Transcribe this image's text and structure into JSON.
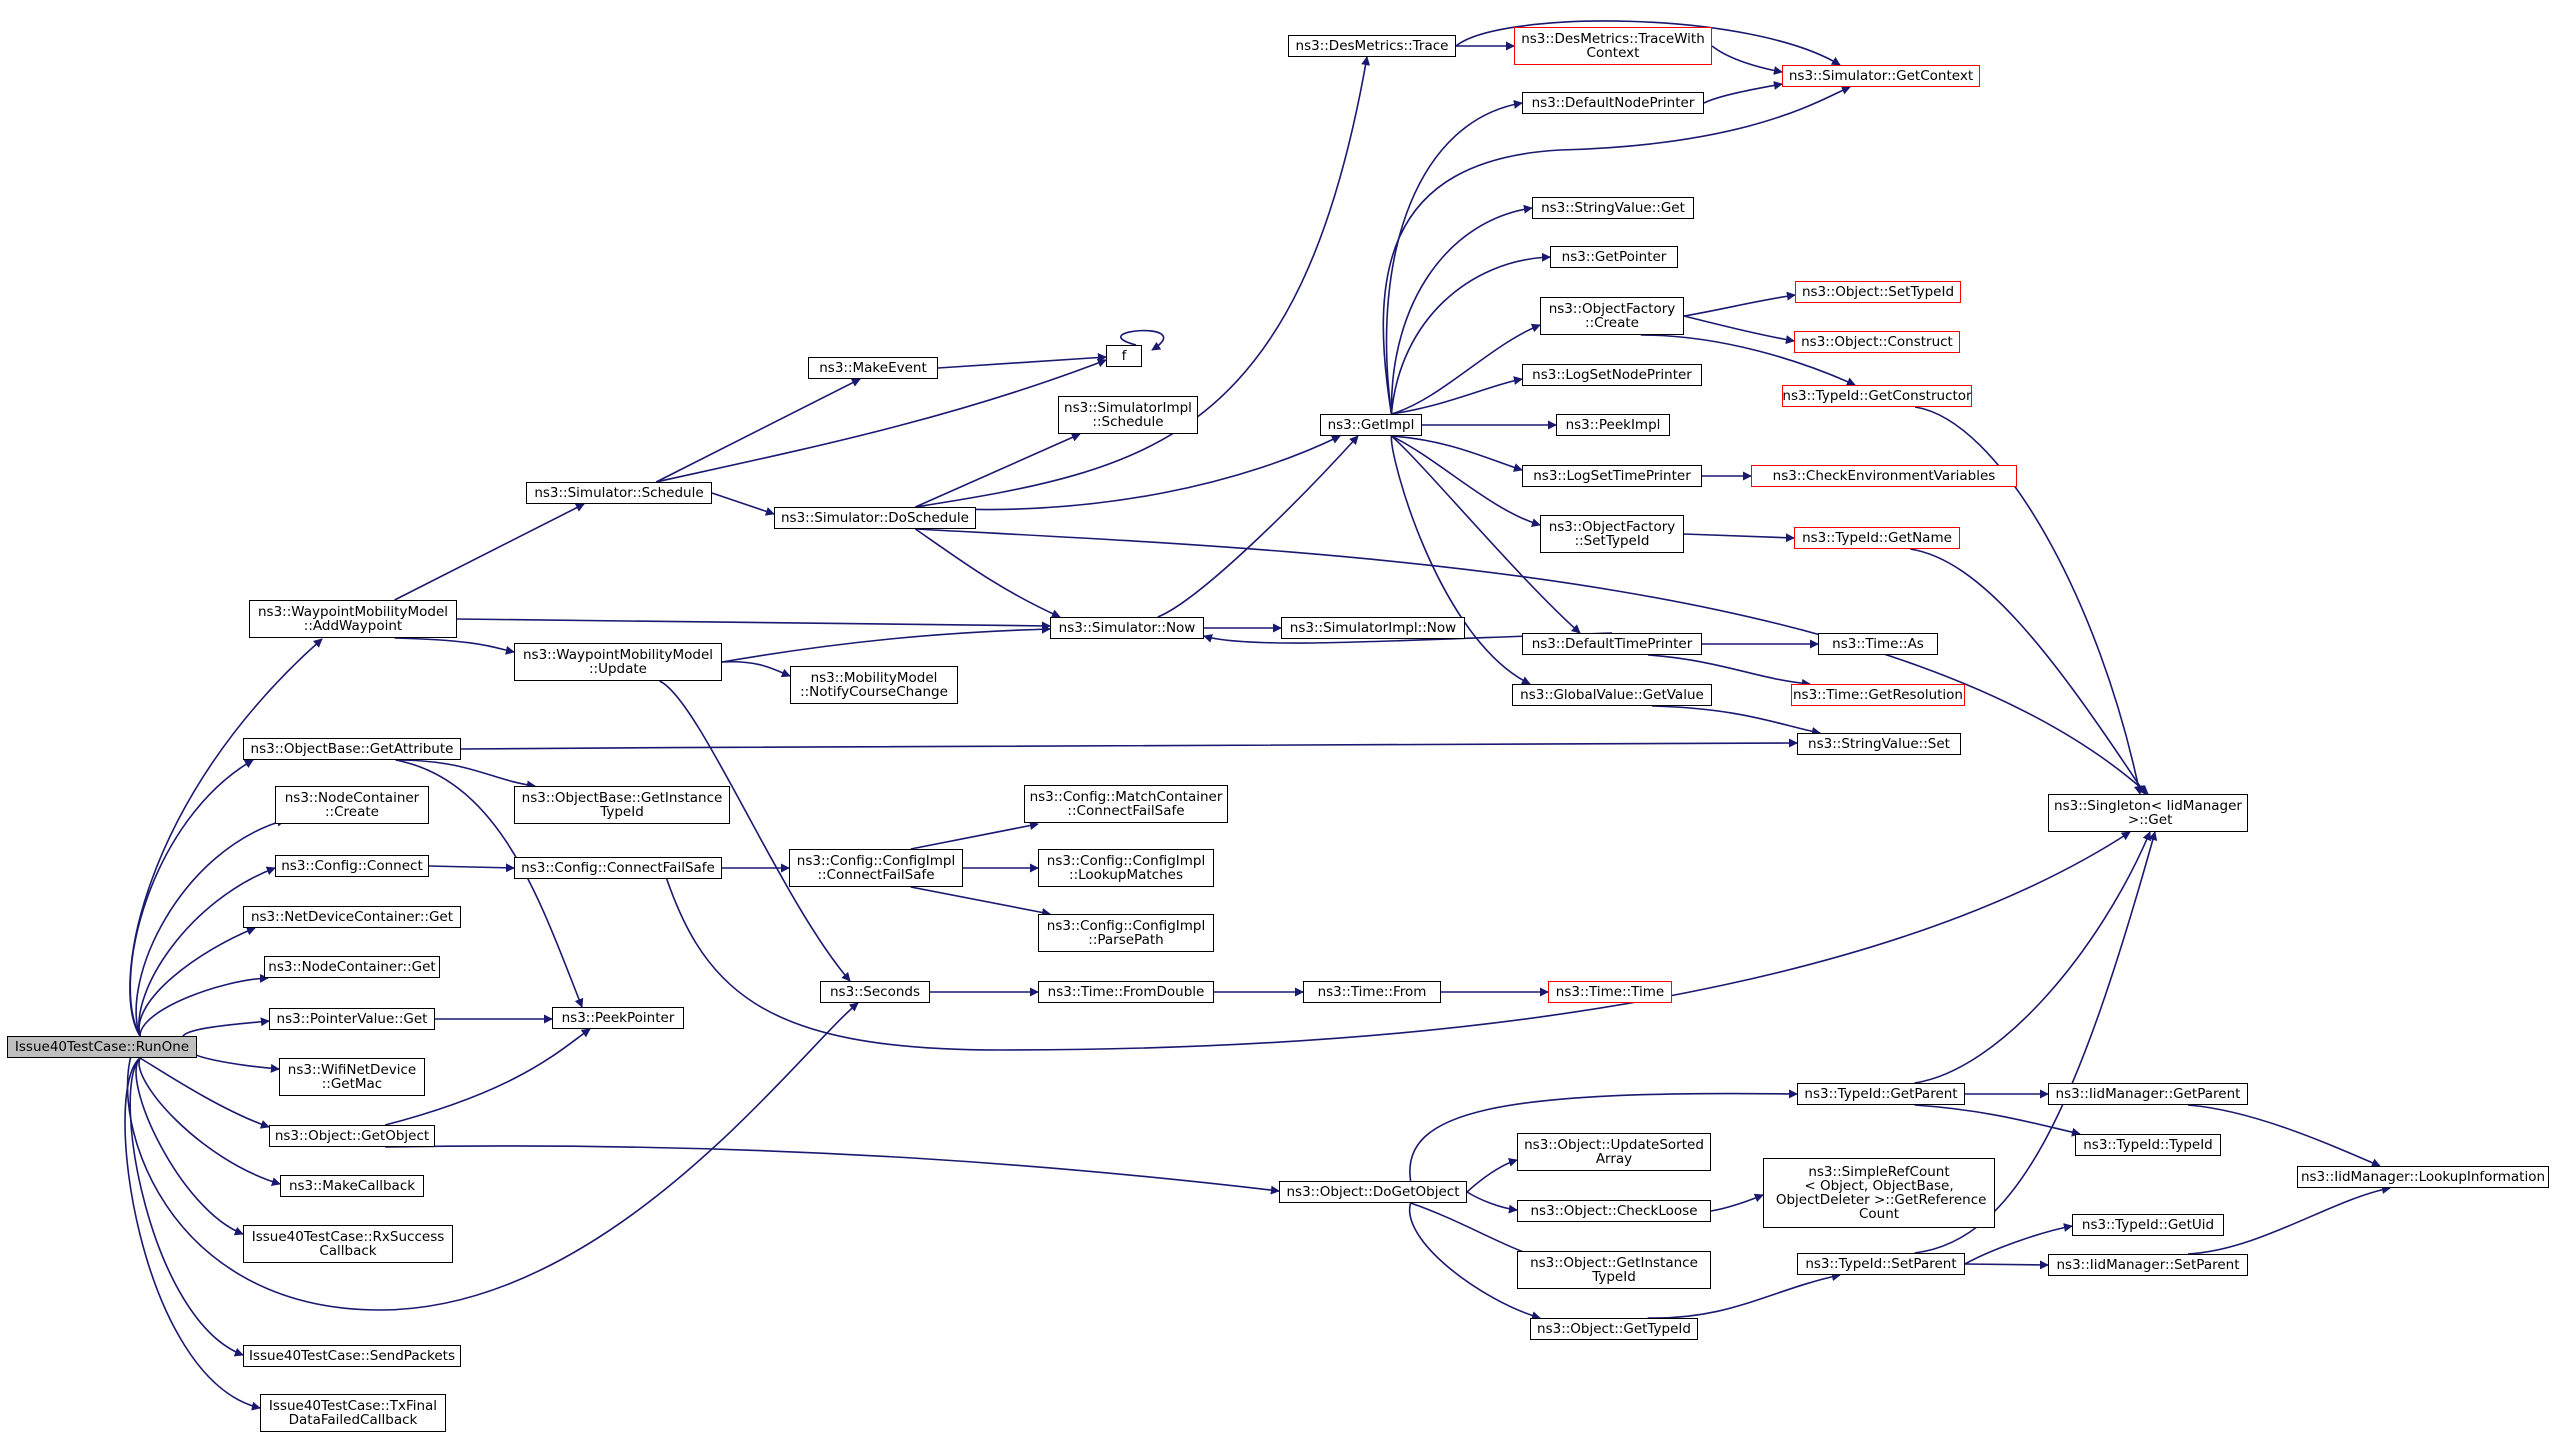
{
  "graph": {
    "edge_color": "#191970",
    "node_border": "#000000",
    "truncated_border": "#ff0000",
    "root_fill": "#bfbfbf",
    "nodes": {
      "runone": "Issue40TestCase::RunOne",
      "addwaypoint": "ns3::WaypointMobilityModel\n::AddWaypoint",
      "getattribute": "ns3::ObjectBase::GetAttribute",
      "nc_create": "ns3::NodeContainer\n::Create",
      "cfg_connect": "ns3::Config::Connect",
      "ndc_get": "ns3::NetDeviceContainer::Get",
      "nc_get": "ns3::NodeContainer::Get",
      "pv_get": "ns3::PointerValue::Get",
      "wifi_getmac": "ns3::WifiNetDevice\n::GetMac",
      "getobject": "ns3::Object::GetObject",
      "makecallback": "ns3::MakeCallback",
      "rxsuccess": "Issue40TestCase::RxSuccess\nCallback",
      "sendpackets": "Issue40TestCase::SendPackets",
      "txfinal": "Issue40TestCase::TxFinal\nDataFailedCallback",
      "sim_schedule": "ns3::Simulator::Schedule",
      "wmm_update": "ns3::WaypointMobilityModel\n::Update",
      "getinstancetypeid_ob": "ns3::ObjectBase::GetInstance\nTypeId",
      "connectfailsafe": "ns3::Config::ConnectFailSafe",
      "peekpointer": "ns3::PeekPointer",
      "makeevent": "ns3::MakeEvent",
      "f": "f",
      "doschedule": "ns3::Simulator::DoSchedule",
      "simimpl_schedule": "ns3::SimulatorImpl\n::Schedule",
      "sim_now": "ns3::Simulator::Now",
      "simimpl_now": "ns3::SimulatorImpl::Now",
      "notifycoursechange": "ns3::MobilityModel\n::NotifyCourseChange",
      "configimpl_cfs": "ns3::Config::ConfigImpl\n::ConnectFailSafe",
      "matchcontainer_cfs": "ns3::Config::MatchContainer\n::ConnectFailSafe",
      "lookupmatches": "ns3::Config::ConfigImpl\n::LookupMatches",
      "parsepath": "ns3::Config::ConfigImpl\n::ParsePath",
      "seconds": "ns3::Seconds",
      "fromdouble": "ns3::Time::FromDouble",
      "time_from": "ns3::Time::From",
      "time_time": "ns3::Time::Time",
      "desmetrics_trace": "ns3::DesMetrics::Trace",
      "tracewithcontext": "ns3::DesMetrics::TraceWith\nContext",
      "getcontext": "ns3::Simulator::GetContext",
      "defaultnodeprinter": "ns3::DefaultNodePrinter",
      "stringvalue_get": "ns3::StringValue::Get",
      "getpointer": "ns3::GetPointer",
      "objfactory_create": "ns3::ObjectFactory\n::Create",
      "settypeid_obj": "ns3::Object::SetTypeId",
      "construct": "ns3::Object::Construct",
      "getconstructor": "ns3::TypeId::GetConstructor",
      "logsetnodeprinter": "ns3::LogSetNodePrinter",
      "getimpl": "ns3::GetImpl",
      "peekimpl": "ns3::PeekImpl",
      "logsettimeprinter": "ns3::LogSetTimePrinter",
      "checkenv": "ns3::CheckEnvironmentVariables",
      "objfactory_settypeid": "ns3::ObjectFactory\n::SetTypeId",
      "typeid_getname": "ns3::TypeId::GetName",
      "defaulttimeprinter": "ns3::DefaultTimePrinter",
      "time_as": "ns3::Time::As",
      "getresolution": "ns3::Time::GetResolution",
      "globalvalue_getvalue": "ns3::GlobalValue::GetValue",
      "stringvalue_set": "ns3::StringValue::Set",
      "singleton_get": "ns3::Singleton< IidManager\n >::Get",
      "dogetobject": "ns3::Object::DoGetObject",
      "typeid_getparent": "ns3::TypeId::GetParent",
      "iid_getparent": "ns3::IidManager::GetParent",
      "typeid_typeid": "ns3::TypeId::TypeId",
      "lookupinformation": "ns3::IidManager::LookupInformation",
      "updatesorted": "ns3::Object::UpdateSorted\nArray",
      "checkloose": "ns3::Object::CheckLoose",
      "getreferencecount": "ns3::SimpleRefCount\n< Object, ObjectBase,\n ObjectDeleter >::GetReference\nCount",
      "obj_getinstancetypeid": "ns3::Object::GetInstance\nTypeId",
      "gettypeid": "ns3::Object::GetTypeId",
      "typeid_setparent": "ns3::TypeId::SetParent",
      "typeid_getuid": "ns3::TypeId::GetUid",
      "iid_setparent": "ns3::IidManager::SetParent"
    }
  }
}
